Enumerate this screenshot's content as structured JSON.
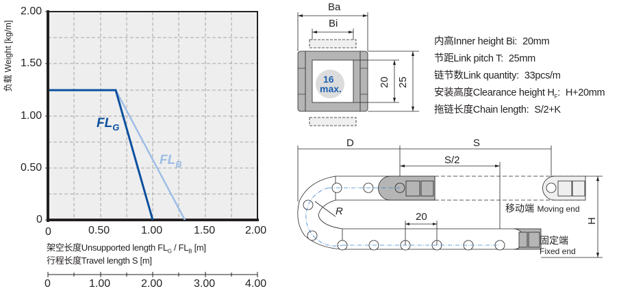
{
  "chart_data": {
    "type": "line",
    "title": "",
    "ylabel": "负载 Weight [kg/m]",
    "xlabel": "架空长度Unsupported length FLG / FLB [m]",
    "xlabel_secondary": "行程长度Travel length S [m]",
    "xlim": [
      0,
      2.0
    ],
    "ylim": [
      0,
      2.0
    ],
    "x_secondary_lim": [
      0,
      4.0
    ],
    "grid": true,
    "y_ticks": [
      "2.00",
      "1.50",
      "1.00",
      "0.50",
      "0"
    ],
    "x_ticks": [
      "0",
      "0.50",
      "1.00",
      "1.50",
      "2.00"
    ],
    "x_secondary_ticks": [
      "0",
      "1.00",
      "2.00",
      "3.00",
      "4.00"
    ],
    "series": [
      {
        "name": "FLG",
        "color": "#0a4f9e",
        "x": [
          0,
          0.65,
          1.0
        ],
        "y": [
          1.25,
          1.25,
          0
        ]
      },
      {
        "name": "FLB",
        "color": "#9dbde6",
        "x": [
          0,
          0.65,
          1.3
        ],
        "y": [
          1.25,
          1.25,
          0
        ]
      }
    ],
    "annotations": [
      {
        "text": "FLG",
        "x": 0.52,
        "y": 0.92,
        "color": "#0a4f9e"
      },
      {
        "text": "FLB",
        "x": 1.15,
        "y": 0.56,
        "color": "#9dbde6"
      }
    ]
  },
  "chart": {
    "y_axis_label": "负载 Weight [kg/m]",
    "y_ticks": [
      {
        "label": "2.00",
        "value": 2.0
      },
      {
        "label": "1.50",
        "value": 1.5
      },
      {
        "label": "1.00",
        "value": 1.0
      },
      {
        "label": "0.50",
        "value": 0.5
      },
      {
        "label": "0",
        "value": 0
      }
    ],
    "x_ticks": [
      {
        "label": "0",
        "value": 0
      },
      {
        "label": "0.50",
        "value": 0.5
      },
      {
        "label": "1.00",
        "value": 1.0
      },
      {
        "label": "1.50",
        "value": 1.5
      },
      {
        "label": "2.00",
        "value": 2.0
      }
    ],
    "x_label_line1_prefix": "架空长度Unsupported length FL",
    "x_label_sub_g": "G",
    "x_label_mid": " / FL",
    "x_label_sub_b": "B",
    "x_label_suffix": " [m]",
    "x_label_line2": "行程长度Travel length S [m]",
    "travel_ticks": [
      {
        "label": "0",
        "value": 0
      },
      {
        "label": "1.00",
        "value": 1.0
      },
      {
        "label": "2.00",
        "value": 2.0
      },
      {
        "label": "3.00",
        "value": 3.0
      },
      {
        "label": "4.00",
        "value": 4.0
      }
    ],
    "flg_label": "FL",
    "flg_sub": "G",
    "flb_label": "FL",
    "flb_sub": "B"
  },
  "cross_section": {
    "ba_label": "Ba",
    "bi_label": "Bi",
    "inner_dim": "20",
    "outer_dim": "25",
    "badge_num": "16",
    "badge_text": "max."
  },
  "specs": [
    {
      "label": "内高Inner height Bi:",
      "value": "20mm"
    },
    {
      "label": "节距Link pitch T:",
      "value": "25mm"
    },
    {
      "label": "链节数Link quantity:",
      "value": "33pcs/m"
    },
    {
      "label_prefix": "安装高度Clearance height H",
      "label_sub": "F",
      "label_suffix": ":",
      "value": "H+20mm"
    },
    {
      "label": "拖链长度Chain length:",
      "value": "S/2+K"
    }
  ],
  "side_view": {
    "d_label": "D",
    "s_label": "S",
    "s_half_label": "S/2",
    "r_label": "R",
    "pitch_label": "20",
    "h_label": "H",
    "moving_end_cn": "移动端",
    "moving_end_en": "Moving end",
    "fixed_end_cn": "固定端",
    "fixed_end_en": "Fixed end"
  },
  "colors": {
    "flg": "#0a4f9e",
    "flb": "#9dbde6",
    "plot_bg": "#eeeeee",
    "grid": "#a7a7a7",
    "axis": "#231f20",
    "link_gray": "#b5b5b5",
    "centerline": "#3a7fd0",
    "badge_bg": "#dcdcdc",
    "badge_text": "#1d5fb0"
  }
}
